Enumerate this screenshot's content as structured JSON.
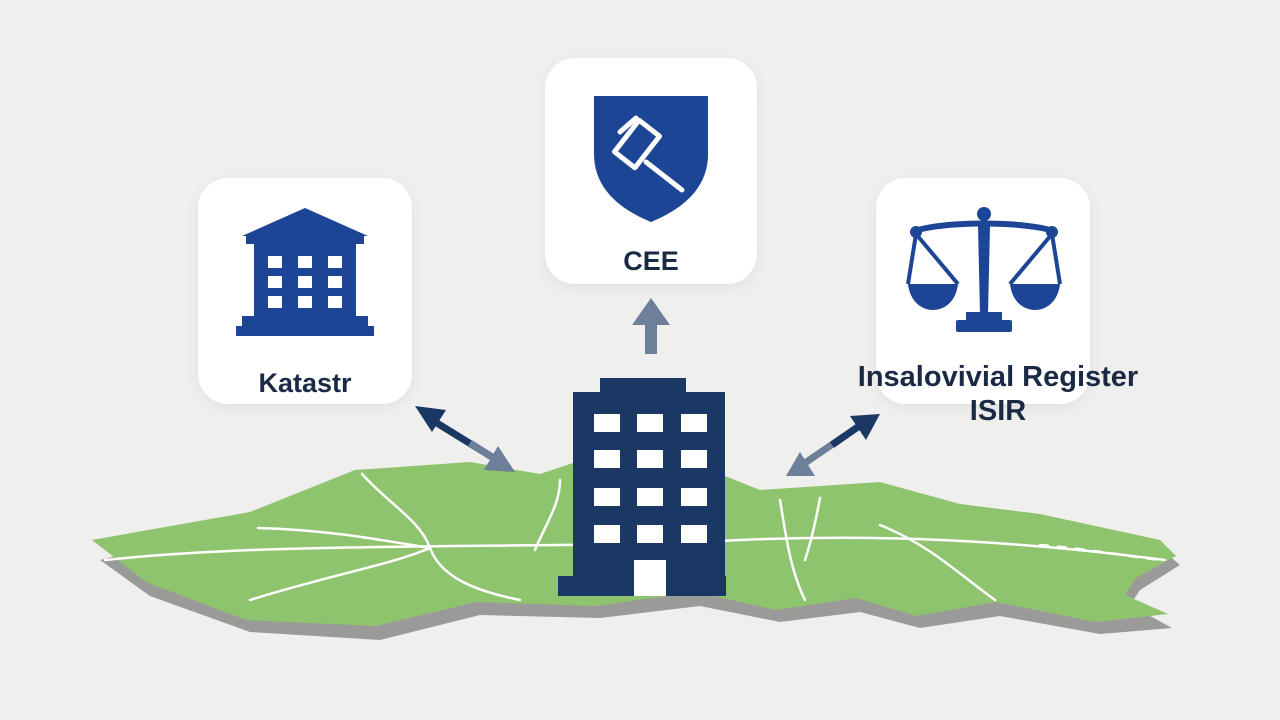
{
  "colors": {
    "background": "#efefed",
    "card": "#ffffff",
    "icon_blue": "#1d4595",
    "building_navy": "#1b3764",
    "arrow_navy": "#1b3764",
    "arrow_grey": "#6e7f99",
    "map_green": "#8fc46e",
    "map_edge": "#9a9a98",
    "label_text": "#1b2a44"
  },
  "nodes": {
    "katastr": {
      "label": "Katastr",
      "icon": "bank-building-icon"
    },
    "cee": {
      "label": "CEE",
      "icon": "shield-gavel-icon"
    },
    "isir": {
      "label_line1": "Insalovivial Register",
      "label_line2": "ISIR",
      "icon": "scales-of-justice-icon"
    },
    "center": {
      "icon": "office-building-icon"
    }
  },
  "arrows": [
    {
      "from": "center",
      "to": "cee",
      "direction": "one-way-up"
    },
    {
      "from": "center",
      "to": "katastr",
      "direction": "two-way"
    },
    {
      "from": "center",
      "to": "isir",
      "direction": "two-way"
    }
  ],
  "background_shape": "green-map-terrain"
}
